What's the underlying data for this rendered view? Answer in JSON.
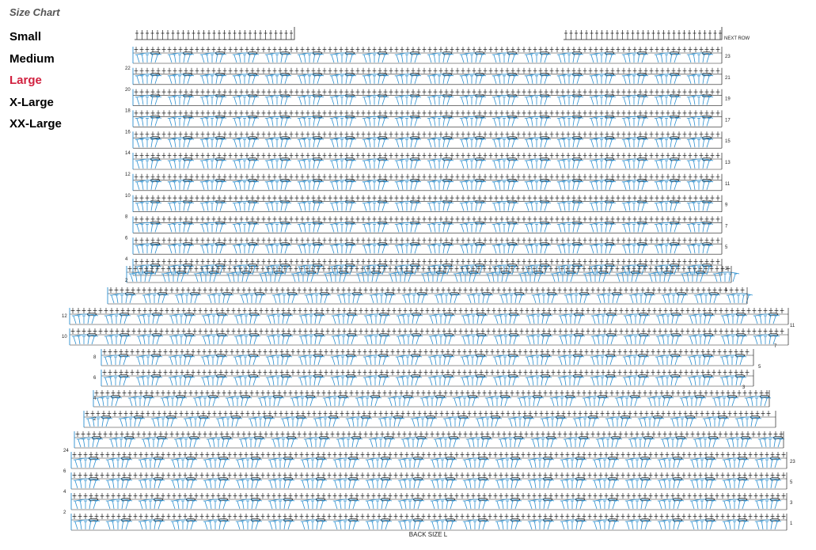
{
  "sidebar": {
    "heading": "Size Chart",
    "sizes": [
      {
        "label": "Small",
        "color": "#000000"
      },
      {
        "label": "Medium",
        "color": "#000000"
      },
      {
        "label": "Large",
        "color": "#d1213f"
      },
      {
        "label": "X-Large",
        "color": "#000000"
      },
      {
        "label": "XX-Large",
        "color": "#000000"
      }
    ]
  },
  "diagram": {
    "caption": "BACK SIZE L",
    "next_row_label": "NEXT ROW",
    "colors": {
      "even_rows": "#2a8fd0",
      "odd_rows": "#222222"
    },
    "upper_left_labels": [
      "22",
      "20",
      "18",
      "16",
      "14",
      "12",
      "10",
      "8",
      "6",
      "4",
      "2"
    ],
    "upper_right_labels": [
      "23",
      "21",
      "19",
      "17",
      "15",
      "13",
      "11",
      "9",
      "7",
      "5",
      "3",
      "1"
    ],
    "middle_left_labels": [
      "12",
      "10",
      "8",
      "6",
      "4",
      "2"
    ],
    "middle_right_labels": [
      "11",
      "7",
      "5",
      "3"
    ],
    "lower_left_labels": [
      "24",
      "6",
      "4",
      "2"
    ],
    "lower_right_labels": [
      "23",
      "5",
      "3",
      "1"
    ]
  }
}
